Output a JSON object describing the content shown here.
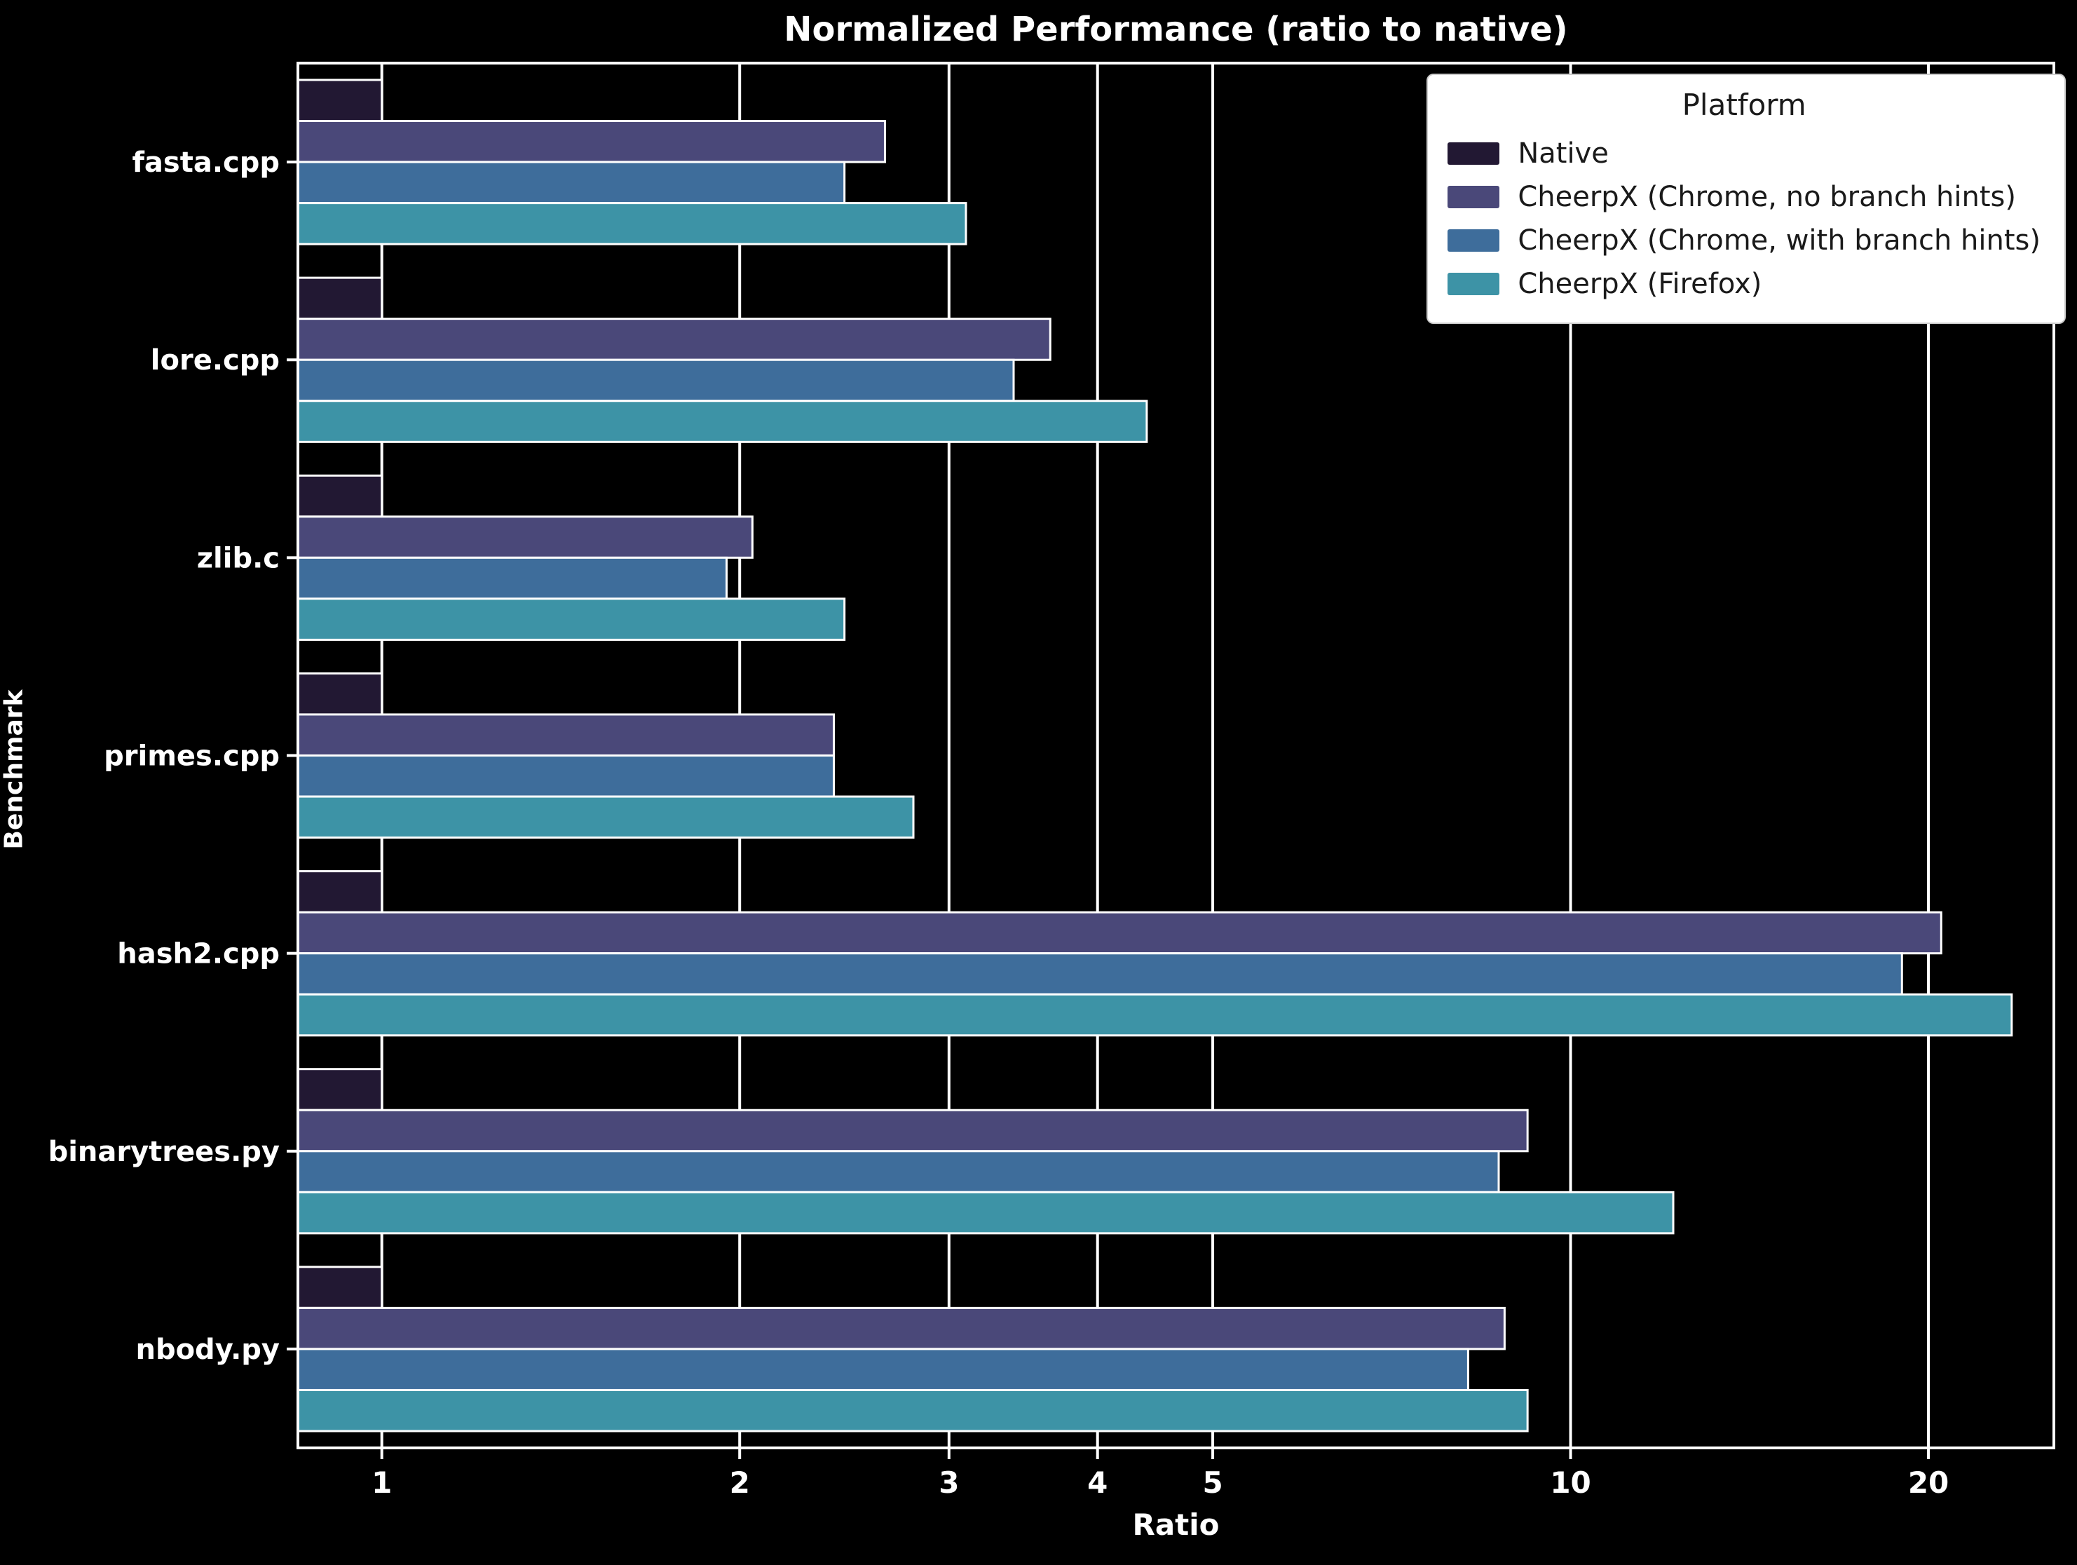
{
  "chart_data": {
    "type": "bar",
    "orientation": "horizontal",
    "x_scale": "log",
    "title": "Normalized Performance (ratio to native)",
    "xlabel": "Ratio",
    "ylabel": "Benchmark",
    "legend_title": "Platform",
    "legend_position": "upper right",
    "grid": true,
    "xticks": [
      1,
      2,
      3,
      4,
      5,
      10,
      20
    ],
    "xlim": [
      0.85,
      25.5
    ],
    "categories": [
      "fasta.cpp",
      "lore.cpp",
      "zlib.c",
      "primes.cpp",
      "hash2.cpp",
      "binarytrees.py",
      "nbody.py"
    ],
    "series": [
      {
        "name": "Native",
        "color": "#221833",
        "values": [
          1.0,
          1.0,
          1.0,
          1.0,
          1.0,
          1.0,
          1.0
        ]
      },
      {
        "name": "CheerpX (Chrome, no branch hints)",
        "color": "#4a4879",
        "values": [
          2.65,
          3.65,
          2.05,
          2.4,
          20.5,
          9.2,
          8.8
        ]
      },
      {
        "name": "CheerpX (Chrome, with branch hints)",
        "color": "#3e6d9b",
        "values": [
          2.45,
          3.4,
          1.95,
          2.4,
          19.0,
          8.7,
          8.2
        ]
      },
      {
        "name": "CheerpX (Firefox)",
        "color": "#3d93a6",
        "values": [
          3.1,
          4.4,
          2.45,
          2.8,
          23.5,
          12.2,
          9.2
        ]
      }
    ]
  }
}
